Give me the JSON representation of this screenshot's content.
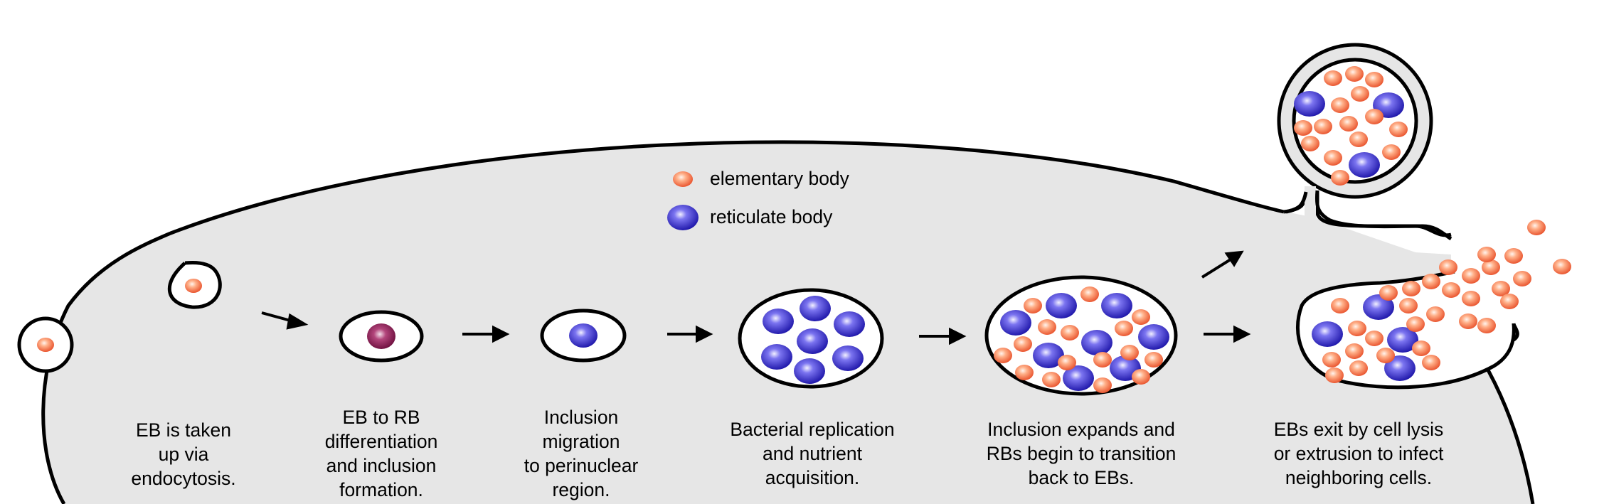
{
  "legend": {
    "elementary_body": "elementary body",
    "reticulate_body": "reticulate body"
  },
  "steps": [
    {
      "lines": [
        "EB is taken",
        "up via",
        "endocytosis."
      ]
    },
    {
      "lines": [
        "EB to RB",
        "differentiation",
        "and inclusion",
        "formation."
      ]
    },
    {
      "lines": [
        "Inclusion",
        "migration",
        "to perinuclear",
        "region."
      ]
    },
    {
      "lines": [
        "Bacterial replication",
        "and nutrient",
        "acquisition."
      ]
    },
    {
      "lines": [
        "Inclusion expands and",
        "RBs begin to transition",
        "back to EBs."
      ]
    },
    {
      "lines": [
        "EBs exit by cell lysis",
        "or extrusion to infect",
        "neighboring cells."
      ]
    }
  ],
  "colors": {
    "cell_fill": "#e6e6e6",
    "eb_fill": "#f0643c",
    "rb_fill": "#2b22c8",
    "intermediate_fill": "#8c1f55",
    "outline": "#000000"
  }
}
